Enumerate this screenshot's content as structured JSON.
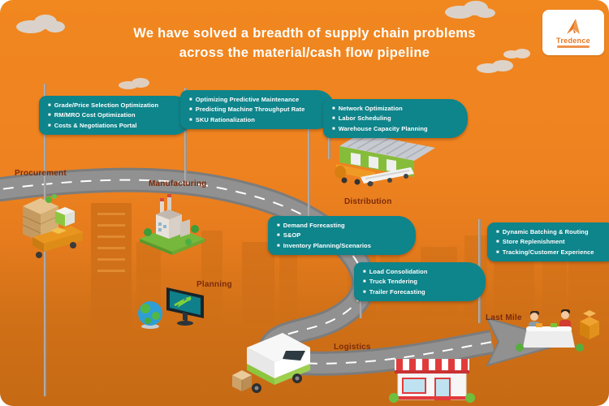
{
  "title": {
    "line1": "We have solved a breadth of supply chain problems",
    "line2": "across the material/cash flow pipeline"
  },
  "logo": {
    "brand": "Tredence"
  },
  "icons": {
    "bullet": "■",
    "logo_mark": "paper-plane"
  },
  "stages": [
    {
      "id": "procurement",
      "label": "Procurement",
      "items": [
        "Grade/Price Selection Optimization",
        "RM/MRO Cost Optimization",
        "Costs & Negotiations Portal"
      ]
    },
    {
      "id": "manufacturing",
      "label": "Manufacturing",
      "items": [
        "Optimizing Predictive Maintenance",
        "Predicting Machine Throughput Rate",
        "SKU Rationalization"
      ]
    },
    {
      "id": "distribution",
      "label": "Distribution",
      "items": [
        "Network Optimization",
        "Labor Scheduling",
        "Warehouse Capacity Planning"
      ]
    },
    {
      "id": "planning",
      "label": "Planning",
      "items": [
        "Demand Forecasting",
        "S&OP",
        "Inventory Planning/Scenarios"
      ]
    },
    {
      "id": "logistics",
      "label": "Logistics",
      "items": [
        "Load Consolidation",
        "Truck Tendering",
        "Trailer Forecasting"
      ]
    },
    {
      "id": "last-mile",
      "label": "Last Mile",
      "items": [
        "Dynamic Batching & Routing",
        "Store Replenishment",
        "Tracking/Customer Experience"
      ]
    }
  ],
  "colors": {
    "background_orange": "#EE8220",
    "ground_orange": "#C66A15",
    "sign_teal": "#0E848B",
    "label_brown": "#7A2B0B",
    "road_gray": "#8F8F8F",
    "brand_orange": "#E87722",
    "title_white": "#FFFFFF"
  }
}
